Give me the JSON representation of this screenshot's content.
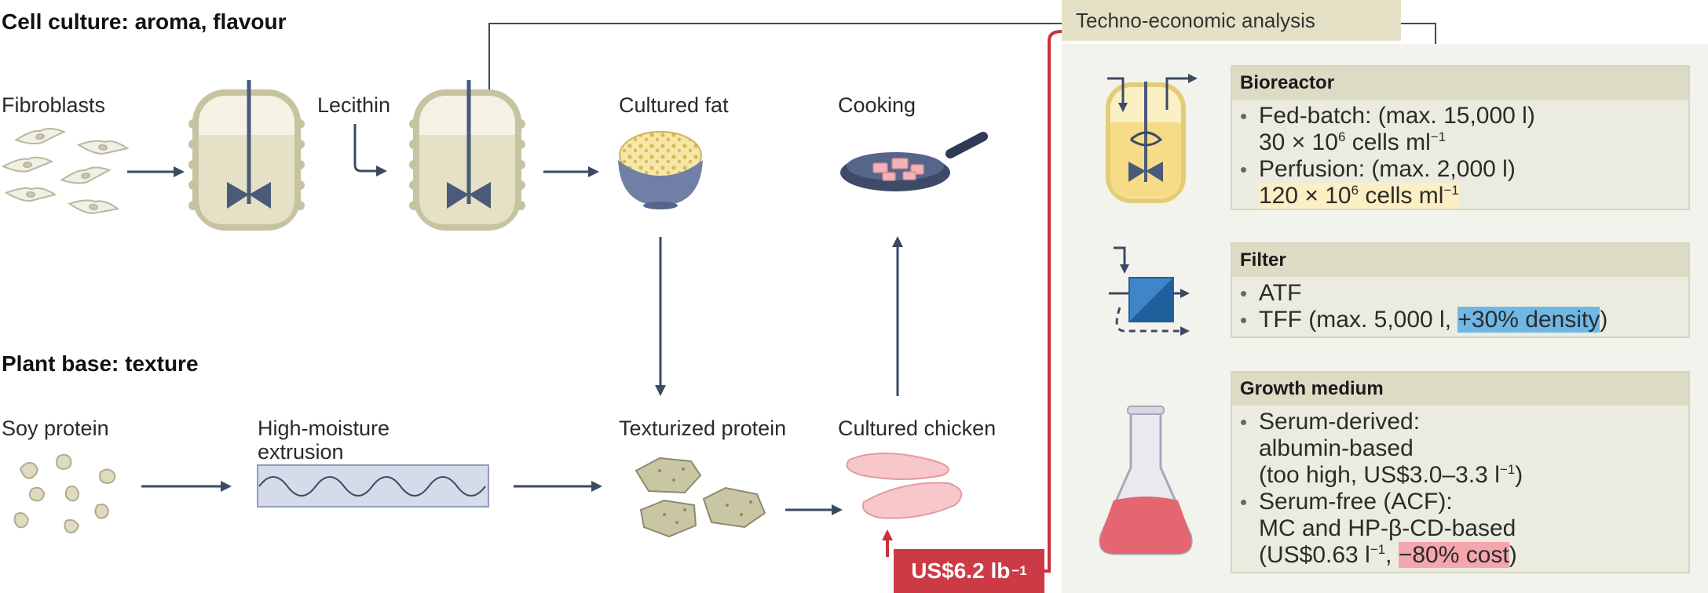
{
  "sections": {
    "cell_culture": "Cell culture: aroma, flavour",
    "plant_base": "Plant base: texture"
  },
  "labels": {
    "fibroblasts": "Fibroblasts",
    "lecithin": "Lecithin",
    "cultured_fat": "Cultured fat",
    "cooking": "Cooking",
    "soy_protein": "Soy protein",
    "hme_line1": "High-moisture",
    "hme_line2": "extrusion",
    "texturized_protein": "Texturized protein",
    "cultured_chicken": "Cultured chicken"
  },
  "price": {
    "value": "US$6.2 lb",
    "unit_sup": "−1"
  },
  "tea": {
    "title": "Techno-economic analysis",
    "bioreactor": {
      "title": "Bioreactor",
      "fed_batch": "Fed-batch: (max. 15,000 l)",
      "fed_batch_density_base": "30 × 10",
      "fed_batch_density_exp": "6",
      "fed_batch_density_unit": " cells ml",
      "fed_batch_density_unit_exp": "−1",
      "perfusion": "Perfusion: (max. 2,000 l)",
      "perfusion_density_base": "120 × 10",
      "perfusion_density_exp": "6",
      "perfusion_density_unit": " cells ml",
      "perfusion_density_unit_exp": "−1"
    },
    "filter": {
      "title": "Filter",
      "atf": "ATF",
      "tff_prefix": "TFF (max. 5,000 l, ",
      "tff_highlight": "+30% density",
      "tff_suffix": ")"
    },
    "growth_medium": {
      "title": "Growth medium",
      "serum_derived": "Serum-derived:",
      "albumin": "albumin-based",
      "too_high_prefix": "(too high, US$3.0–3.3 l",
      "too_high_exp": "−1",
      "too_high_suffix": ")",
      "serum_free": "Serum-free (ACF):",
      "mc": "MC and HP-β-CD-based",
      "cost_prefix": "(US$0.63 l",
      "cost_exp": "−1",
      "cost_mid": ", ",
      "cost_highlight": "−80% cost",
      "cost_suffix": ")"
    }
  },
  "colors": {
    "arrow": "#3b4a63",
    "red_line": "#c8323c",
    "vessel_fill": "#ebe8d3",
    "vessel_stroke": "#c6c3a0",
    "tea_tab": "#e4e1c6",
    "panel": "#f3f3ed"
  }
}
